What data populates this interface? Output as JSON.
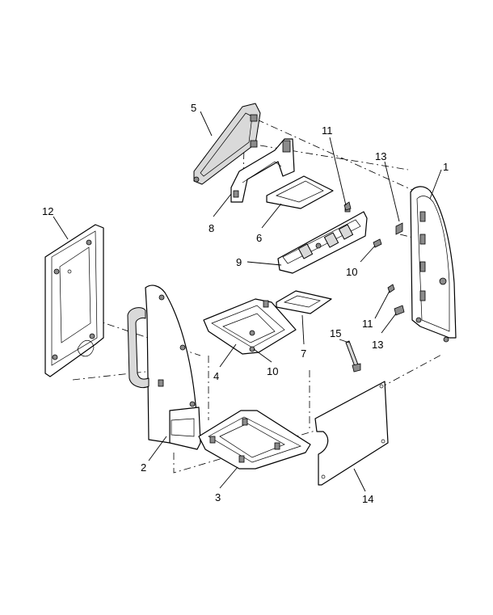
{
  "callouts": {
    "c1": "1",
    "c2": "2",
    "c3": "3",
    "c4": "4",
    "c5": "5",
    "c6": "6",
    "c7": "7",
    "c8": "8",
    "c9": "9",
    "c10a": "10",
    "c10b": "10",
    "c11a": "11",
    "c11b": "11",
    "c12": "12",
    "c13a": "13",
    "c13b": "13",
    "c14": "14",
    "c15": "15"
  }
}
